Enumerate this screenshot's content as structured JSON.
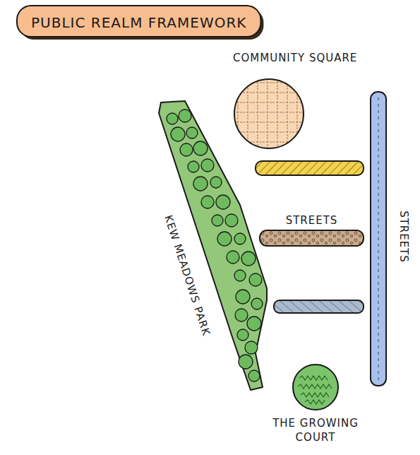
{
  "diagram": {
    "title": "PUBLIC REALM FRAMEWORK",
    "nodes": [
      {
        "text": [
          "COMMUNITY SQUARE"
        ]
      },
      {
        "text": [
          "KEW MEADOWS PARK"
        ]
      },
      {
        "text": [
          "STREETS"
        ]
      },
      {
        "text": [
          "STREETS"
        ]
      },
      {
        "text": [
          "THE GROWING COURT"
        ]
      }
    ]
  }
}
